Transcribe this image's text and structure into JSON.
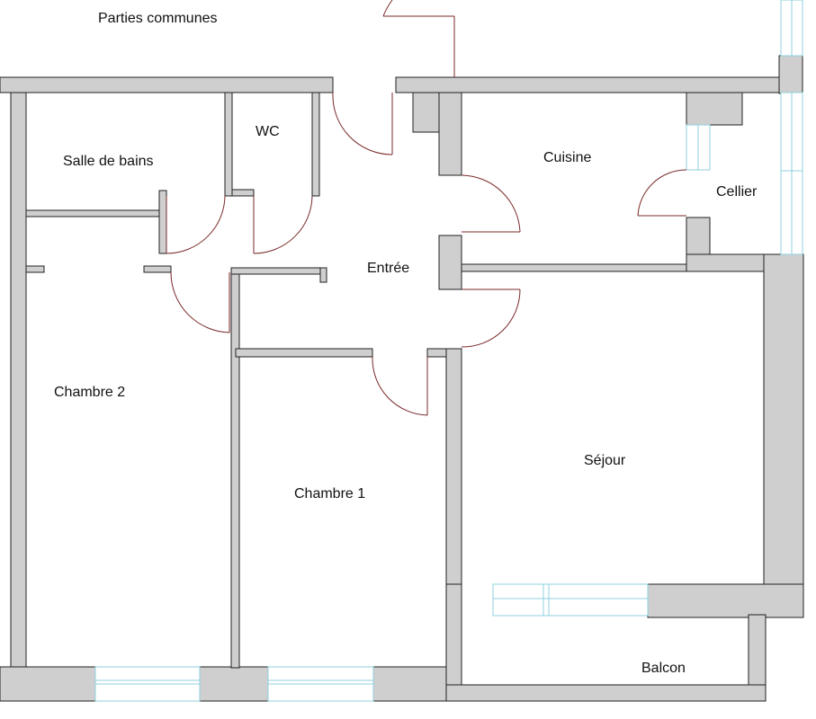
{
  "plan": {
    "labels": {
      "common_areas": "Parties communes",
      "bathroom": "Salle de bains",
      "wc": "WC",
      "kitchen": "Cuisine",
      "storage": "Cellier",
      "entrance": "Entrée",
      "bedroom_2": "Chambre 2",
      "bedroom_1": "Chambre 1",
      "living_room": "Séjour",
      "balcony": "Balcon"
    },
    "colors": {
      "wall_fill": "#cfcfcf",
      "wall_stroke": "#222222",
      "door": "#7a2a2a",
      "window": "#8fd1df",
      "background": "#ffffff"
    }
  }
}
